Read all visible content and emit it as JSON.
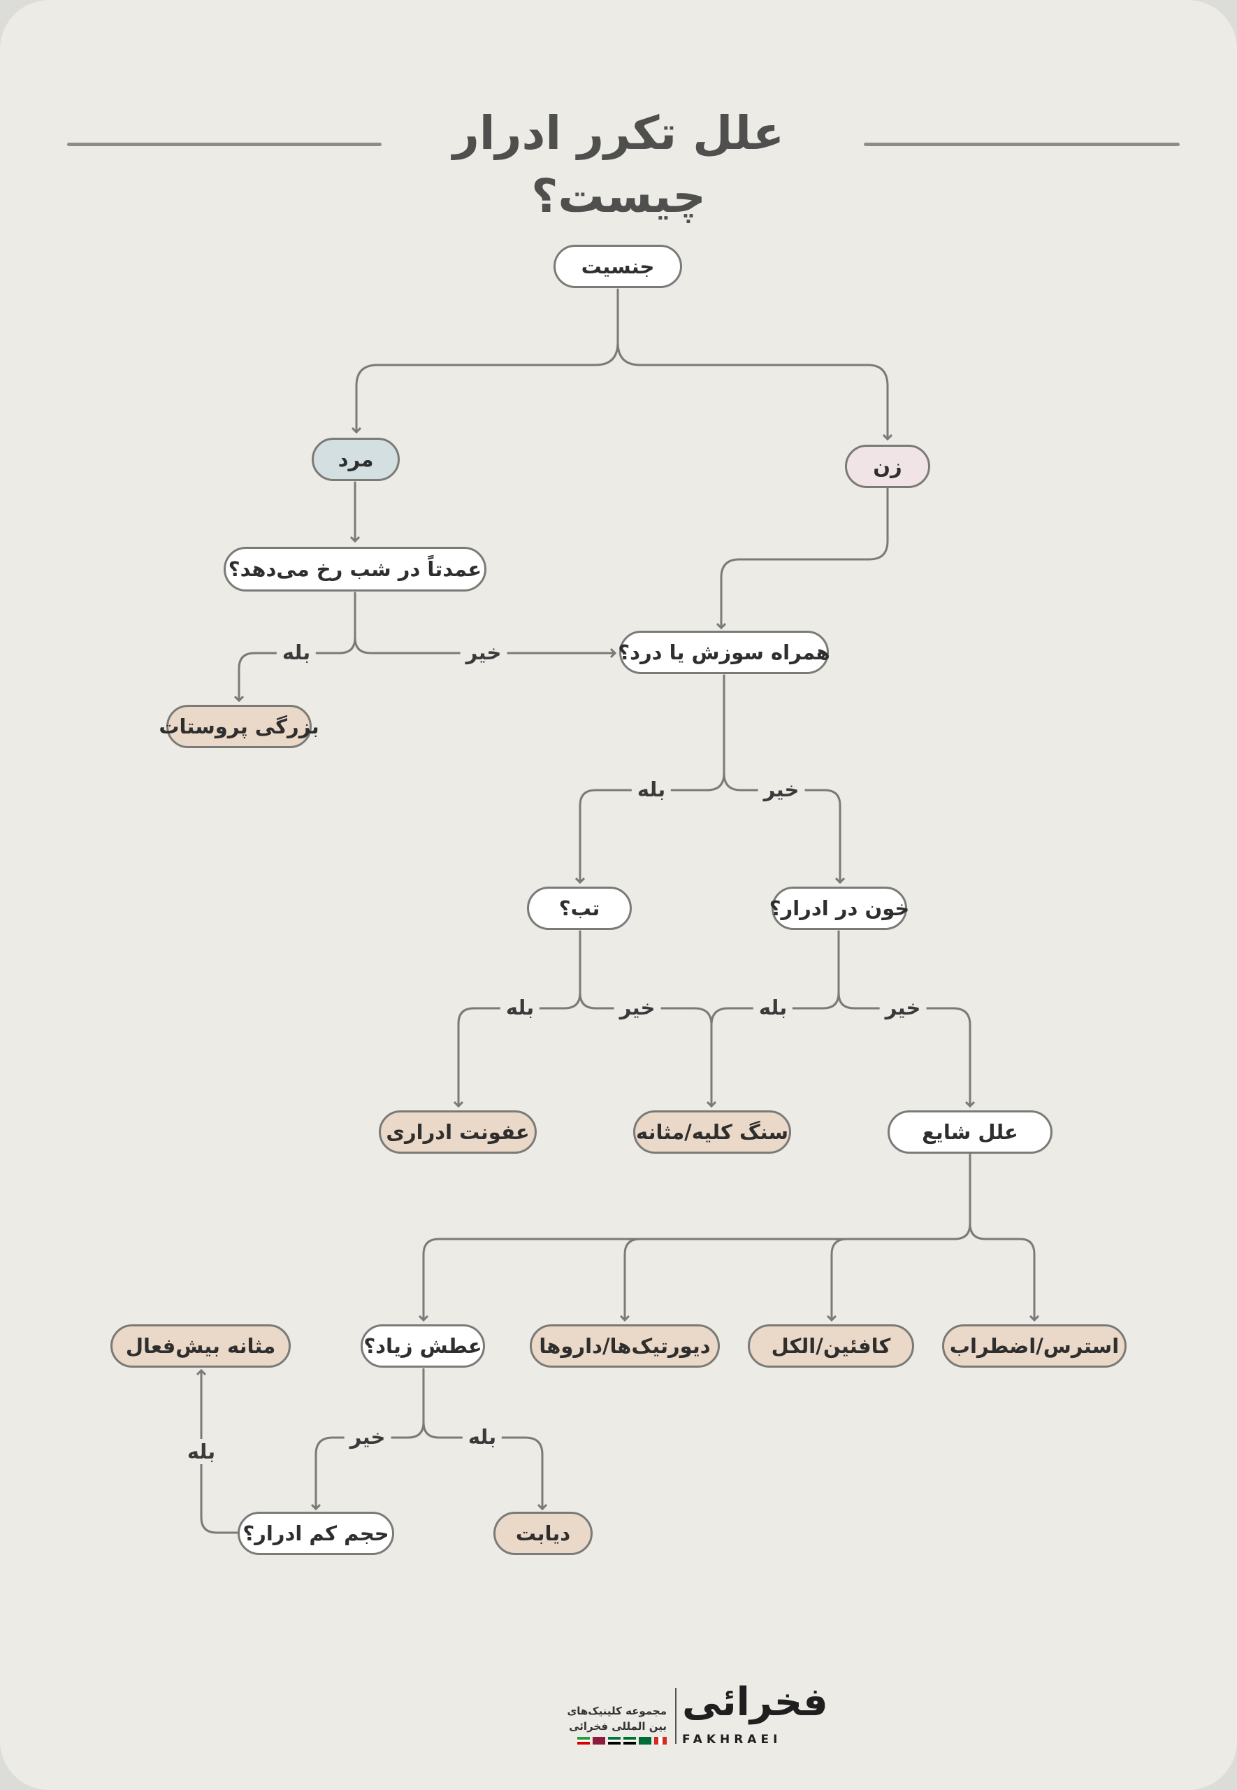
{
  "title": "علل تکرر ادرار چیست؟",
  "nodes": {
    "gender": "جنسیت",
    "man": "مرد",
    "woman": "زن",
    "mostly_night": "عمدتاً در شب رخ می‌دهد؟",
    "prostate": "بزرگی پروستات",
    "burning_pain": "همراه سوزش یا درد؟",
    "fever": "تب؟",
    "blood_urine": "خون در ادرار؟",
    "uti": "عفونت ادراری",
    "stone": "سنگ کلیه/مثانه",
    "common_causes": "علل شایع",
    "stress": "استرس/اضطراب",
    "caffeine": "کافئین/الکل",
    "diuretics": "دیورتیک‌ها/داروها",
    "thirst": "عطش زیاد؟",
    "overactive_bladder": "مثانه بیش‌فعال",
    "low_volume": "حجم کم ادرار؟",
    "diabetes": "دیابت"
  },
  "edge_labels": {
    "night_yes": "بله",
    "night_no": "خیر",
    "pain_yes": "بله",
    "pain_no": "خیر",
    "fever_yes": "بله",
    "fever_no": "خیر",
    "blood_yes": "بله",
    "blood_no": "خیر",
    "thirst_no": "خیر",
    "thirst_yes": "بله",
    "volume_yes": "بله"
  },
  "logo": {
    "mark": "فخرائی",
    "latin": "FAKHRAEI",
    "line1": "مجموعه کلینیک‌های",
    "line2": "بین المللی فخرائی"
  },
  "colors": {
    "background": "#ecebe6",
    "result_fill": "#ead8c8",
    "man_fill": "#d3dfe0",
    "woman_fill": "#f1e4e7",
    "line": "#7a7a77"
  }
}
